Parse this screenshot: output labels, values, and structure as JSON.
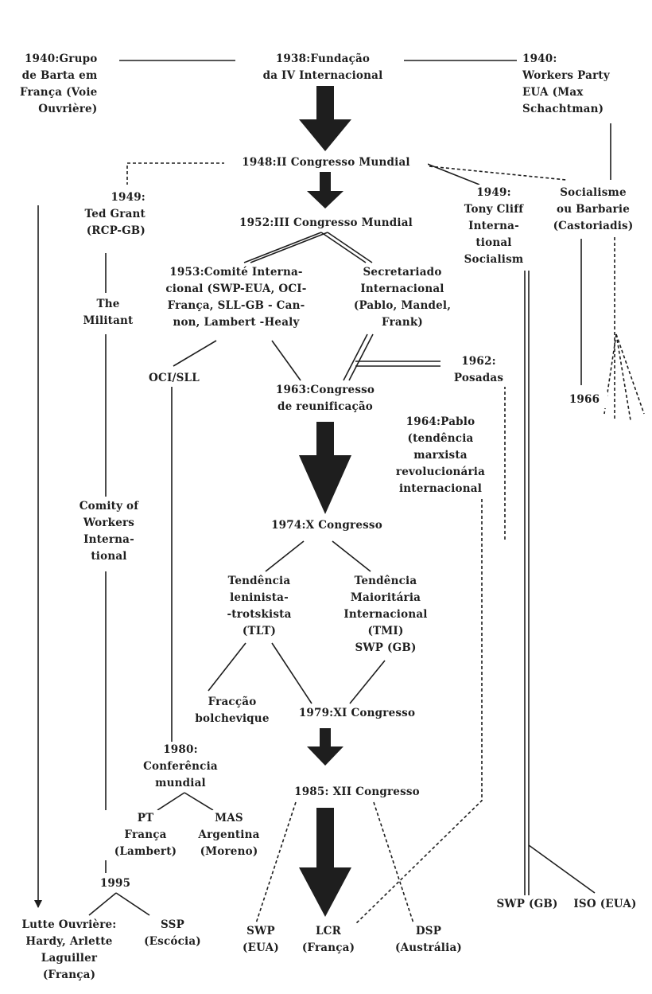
{
  "nodes": {
    "grupo_barta": "1940:Grupo\nde Barta em\nFrança (Voie\nOuvrière)",
    "fundacao": "1938:Fundação\nda IV Internacional",
    "workers_party": "1940:\nWorkers Party\nEUA (Max\nSchachtman)",
    "ii_congresso": "1948:II Congresso Mundial",
    "ted_grant": "1949:\nTed Grant\n(RCP-GB)",
    "tony_cliff": "1949:\nTony Cliff\nInterna-\ntional\nSocialism",
    "socialisme_barbarie": "Socialisme\nou Barbarie\n(Castoriadis)",
    "iii_congresso": "1952:III Congresso Mundial",
    "comite_internacional": "1953:Comité Interna-\ncional (SWP-EUA, OCI-\nFrança, SLL-GB - Can-\nnon, Lambert -Healy",
    "secretariado": "Secretariado\nInternacional\n(Pablo, Mandel,\nFrank)",
    "the_militant": "The\nMilitant",
    "oci_sll": "OCI/SLL",
    "reunificacao": "1963:Congresso\nde reunificação",
    "posadas": "1962:\nPosadas",
    "year_1966": "1966",
    "pablo_1964": "1964:Pablo\n(tendência\nmarxista\nrevolucionária\ninternacional",
    "comity_workers": "Comity of\nWorkers\nInterna-\ntional",
    "x_congresso": "1974:X Congresso",
    "tlt": "Tendência\nleninista-\n-trotskista\n(TLT)",
    "tmi": "Tendência\nMaioritária\nInternacional\n(TMI)\nSWP (GB)",
    "fraccao": "Fracção\nbolchevique",
    "xi_congresso": "1979:XI Congresso",
    "conferencia_1980": "1980:\nConferência\nmundial",
    "xii_congresso": "1985: XII Congresso",
    "pt_franca": "PT\nFrança\n(Lambert)",
    "mas_argentina": "MAS\nArgentina\n(Moreno)",
    "year_1995": "1995",
    "swp_gb": "SWP (GB)",
    "iso_eua": "ISO (EUA)",
    "lutte_ouvriere": "Lutte Ouvrière:\nHardy, Arlette\nLaguiller\n(França)",
    "ssp": "SSP\n(Escócia)",
    "swp_eua": "SWP\n(EUA)",
    "lcr": "LCR\n(França)",
    "dsp": "DSP\n(Austrália)"
  },
  "colors": {
    "ink": "#1e1e1e",
    "background": "#ffffff"
  }
}
